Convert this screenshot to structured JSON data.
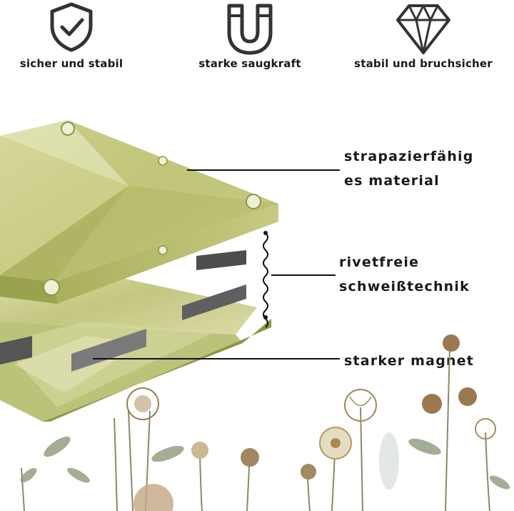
{
  "features": [
    {
      "icon": "shield-check-icon",
      "label": "sicher und stabil"
    },
    {
      "icon": "magnet-icon",
      "label": "starke saugkraft"
    },
    {
      "icon": "diamond-icon",
      "label": "stabil und bruchsicher"
    }
  ],
  "callouts": {
    "material_line1": "strapazierfähig",
    "material_line2": "es material",
    "rivet_line1": "rivetfreie",
    "rivet_line2": "schweißtechnik",
    "magnet": "starker magnet"
  },
  "colors": {
    "tile_green": "#c9cc83",
    "tile_dark": "#8d9645",
    "magnet_gray": "#6d6d6d",
    "text": "#1a1a1a"
  }
}
